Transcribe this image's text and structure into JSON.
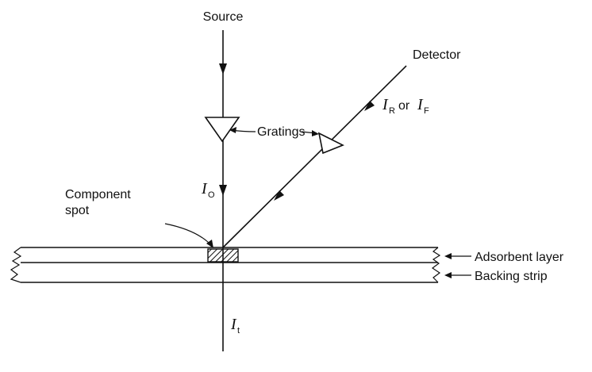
{
  "labels": {
    "source": "Source",
    "detector": "Detector",
    "gratings": "Gratings",
    "component_spot_line1": "Component",
    "component_spot_line2": "spot",
    "adsorbent_layer": "Adsorbent layer",
    "backing_strip": "Backing strip",
    "i_zero_main": "I",
    "i_zero_sub": "O",
    "i_t_main": "I",
    "i_t_sub": "t",
    "i_r_main": "I",
    "i_r_sub": "R",
    "or_word": "or",
    "i_f_main": "I",
    "i_f_sub": "F"
  },
  "colors": {
    "ink": "#111111",
    "background": "#ffffff"
  }
}
